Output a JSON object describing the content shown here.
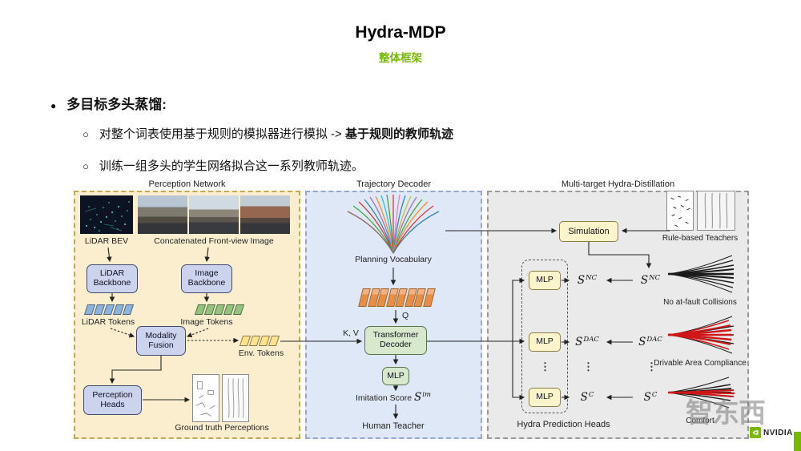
{
  "slide": {
    "title": "Hydra-MDP",
    "subtitle": "整体框架",
    "bullet_glyph": "●",
    "sub_bullet_glyph": "○",
    "bullets": {
      "main": "多目标多头蒸馏:",
      "sub1_a": "对整个词表使用基于规则的模拟器进行模拟 -> ",
      "sub1_b": "基于规则的教师轨迹",
      "sub2": "训练一组多头的学生网络拟合这一系列教师轨迹。"
    }
  },
  "perception": {
    "title": "Perception Network",
    "lidar_bev": "LiDAR BEV",
    "front_view": "Concatenated Front-view Image",
    "lidar_backbone": "LiDAR Backbone",
    "image_backbone": "Image Backbone",
    "lidar_tokens": "LiDAR Tokens",
    "image_tokens": "Image Tokens",
    "modality_fusion": "Modality Fusion",
    "env_tokens": "Env. Tokens",
    "perception_heads": "Perception Heads",
    "ground_truth": "Ground truth Perceptions"
  },
  "trajectory": {
    "title": "Trajectory Decoder",
    "planning_vocabulary": "Planning Vocabulary",
    "q": "Q",
    "kv": "K, V",
    "transformer_decoder": "Transformer Decoder",
    "mlp": "MLP",
    "imitation_score": "Imitation Score",
    "score_symbol": "S",
    "score_sup": "im",
    "human_teacher": "Human Teacher"
  },
  "distillation": {
    "title": "Multi-target Hydra-Distillation",
    "simulation": "Simulation",
    "rule_based_teachers": "Rule-based Teachers",
    "hydra_heads": "Hydra Prediction Heads",
    "dots": "⋮",
    "rows": [
      {
        "mlp": "MLP",
        "s": "S",
        "s_sup": "NC",
        "t": "S",
        "t_sup": "NC",
        "label": "No at-fault Collisions"
      },
      {
        "mlp": "MLP",
        "s": "S",
        "s_sup": "DAC",
        "t": "S",
        "t_sup": "DAC",
        "label": "Drivable Area Compliance"
      },
      {
        "mlp": "MLP",
        "s": "S",
        "s_sup": "C",
        "t": "S",
        "t_sup": "C",
        "label": "Comfort"
      }
    ]
  },
  "footer": {
    "watermark": "智东西",
    "brand": "NVIDIA"
  },
  "colors": {
    "accent_green": "#76b900",
    "perception_panel": "#faeecf",
    "trajectory_panel": "#dfe8f6",
    "distillation_panel": "#eaeaea"
  }
}
